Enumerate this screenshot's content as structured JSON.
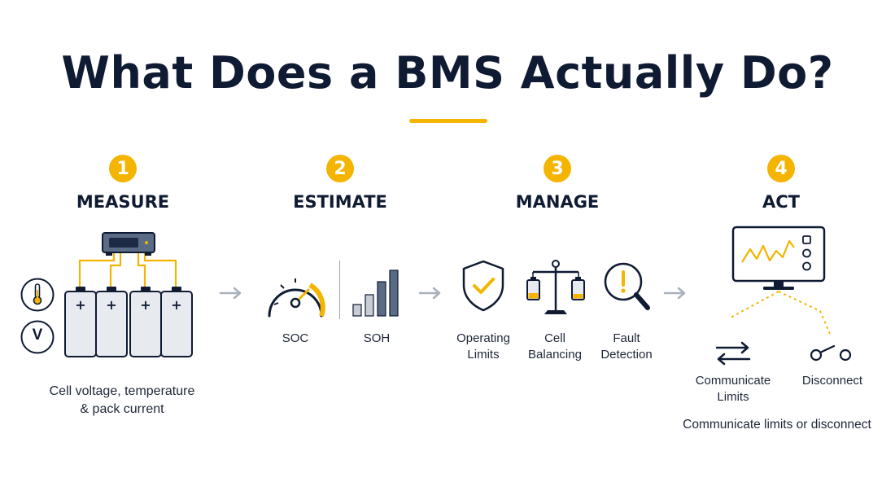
{
  "title": "What Does a BMS Actually Do?",
  "colors": {
    "accent": "#f4b400",
    "navy": "#0f1b33",
    "slate": "#5a6b85",
    "arrow": "#a9b1bd"
  },
  "steps": [
    {
      "number": "1",
      "title": "MEASURE",
      "caption": [
        "Cell voltage, temperature",
        "& pack current"
      ],
      "icons": [
        "thermometer-icon",
        "voltage-icon",
        "battery-cell-icon",
        "bms-controller-icon"
      ],
      "voltage_symbol": "V"
    },
    {
      "number": "2",
      "title": "ESTIMATE",
      "items": [
        {
          "label": "SOC",
          "icon": "gauge-icon"
        },
        {
          "label": "SOH",
          "icon": "bar-chart-icon"
        }
      ]
    },
    {
      "number": "3",
      "title": "MANAGE",
      "items": [
        {
          "label": [
            "Operating",
            "Limits"
          ],
          "icon": "shield-check-icon"
        },
        {
          "label": [
            "Cell",
            "Balancing"
          ],
          "icon": "balance-scale-icon"
        },
        {
          "label": [
            "Fault",
            "Detection"
          ],
          "icon": "magnifier-alert-icon"
        }
      ]
    },
    {
      "number": "4",
      "title": "ACT",
      "caption": "Communicate limits or disconnect",
      "items": [
        {
          "label": [
            "Communicate",
            "Limits"
          ],
          "icon": "exchange-arrows-icon"
        },
        {
          "label": "Disconnect",
          "icon": "switch-open-icon"
        }
      ],
      "monitor_icon": "monitor-chart-icon"
    }
  ]
}
